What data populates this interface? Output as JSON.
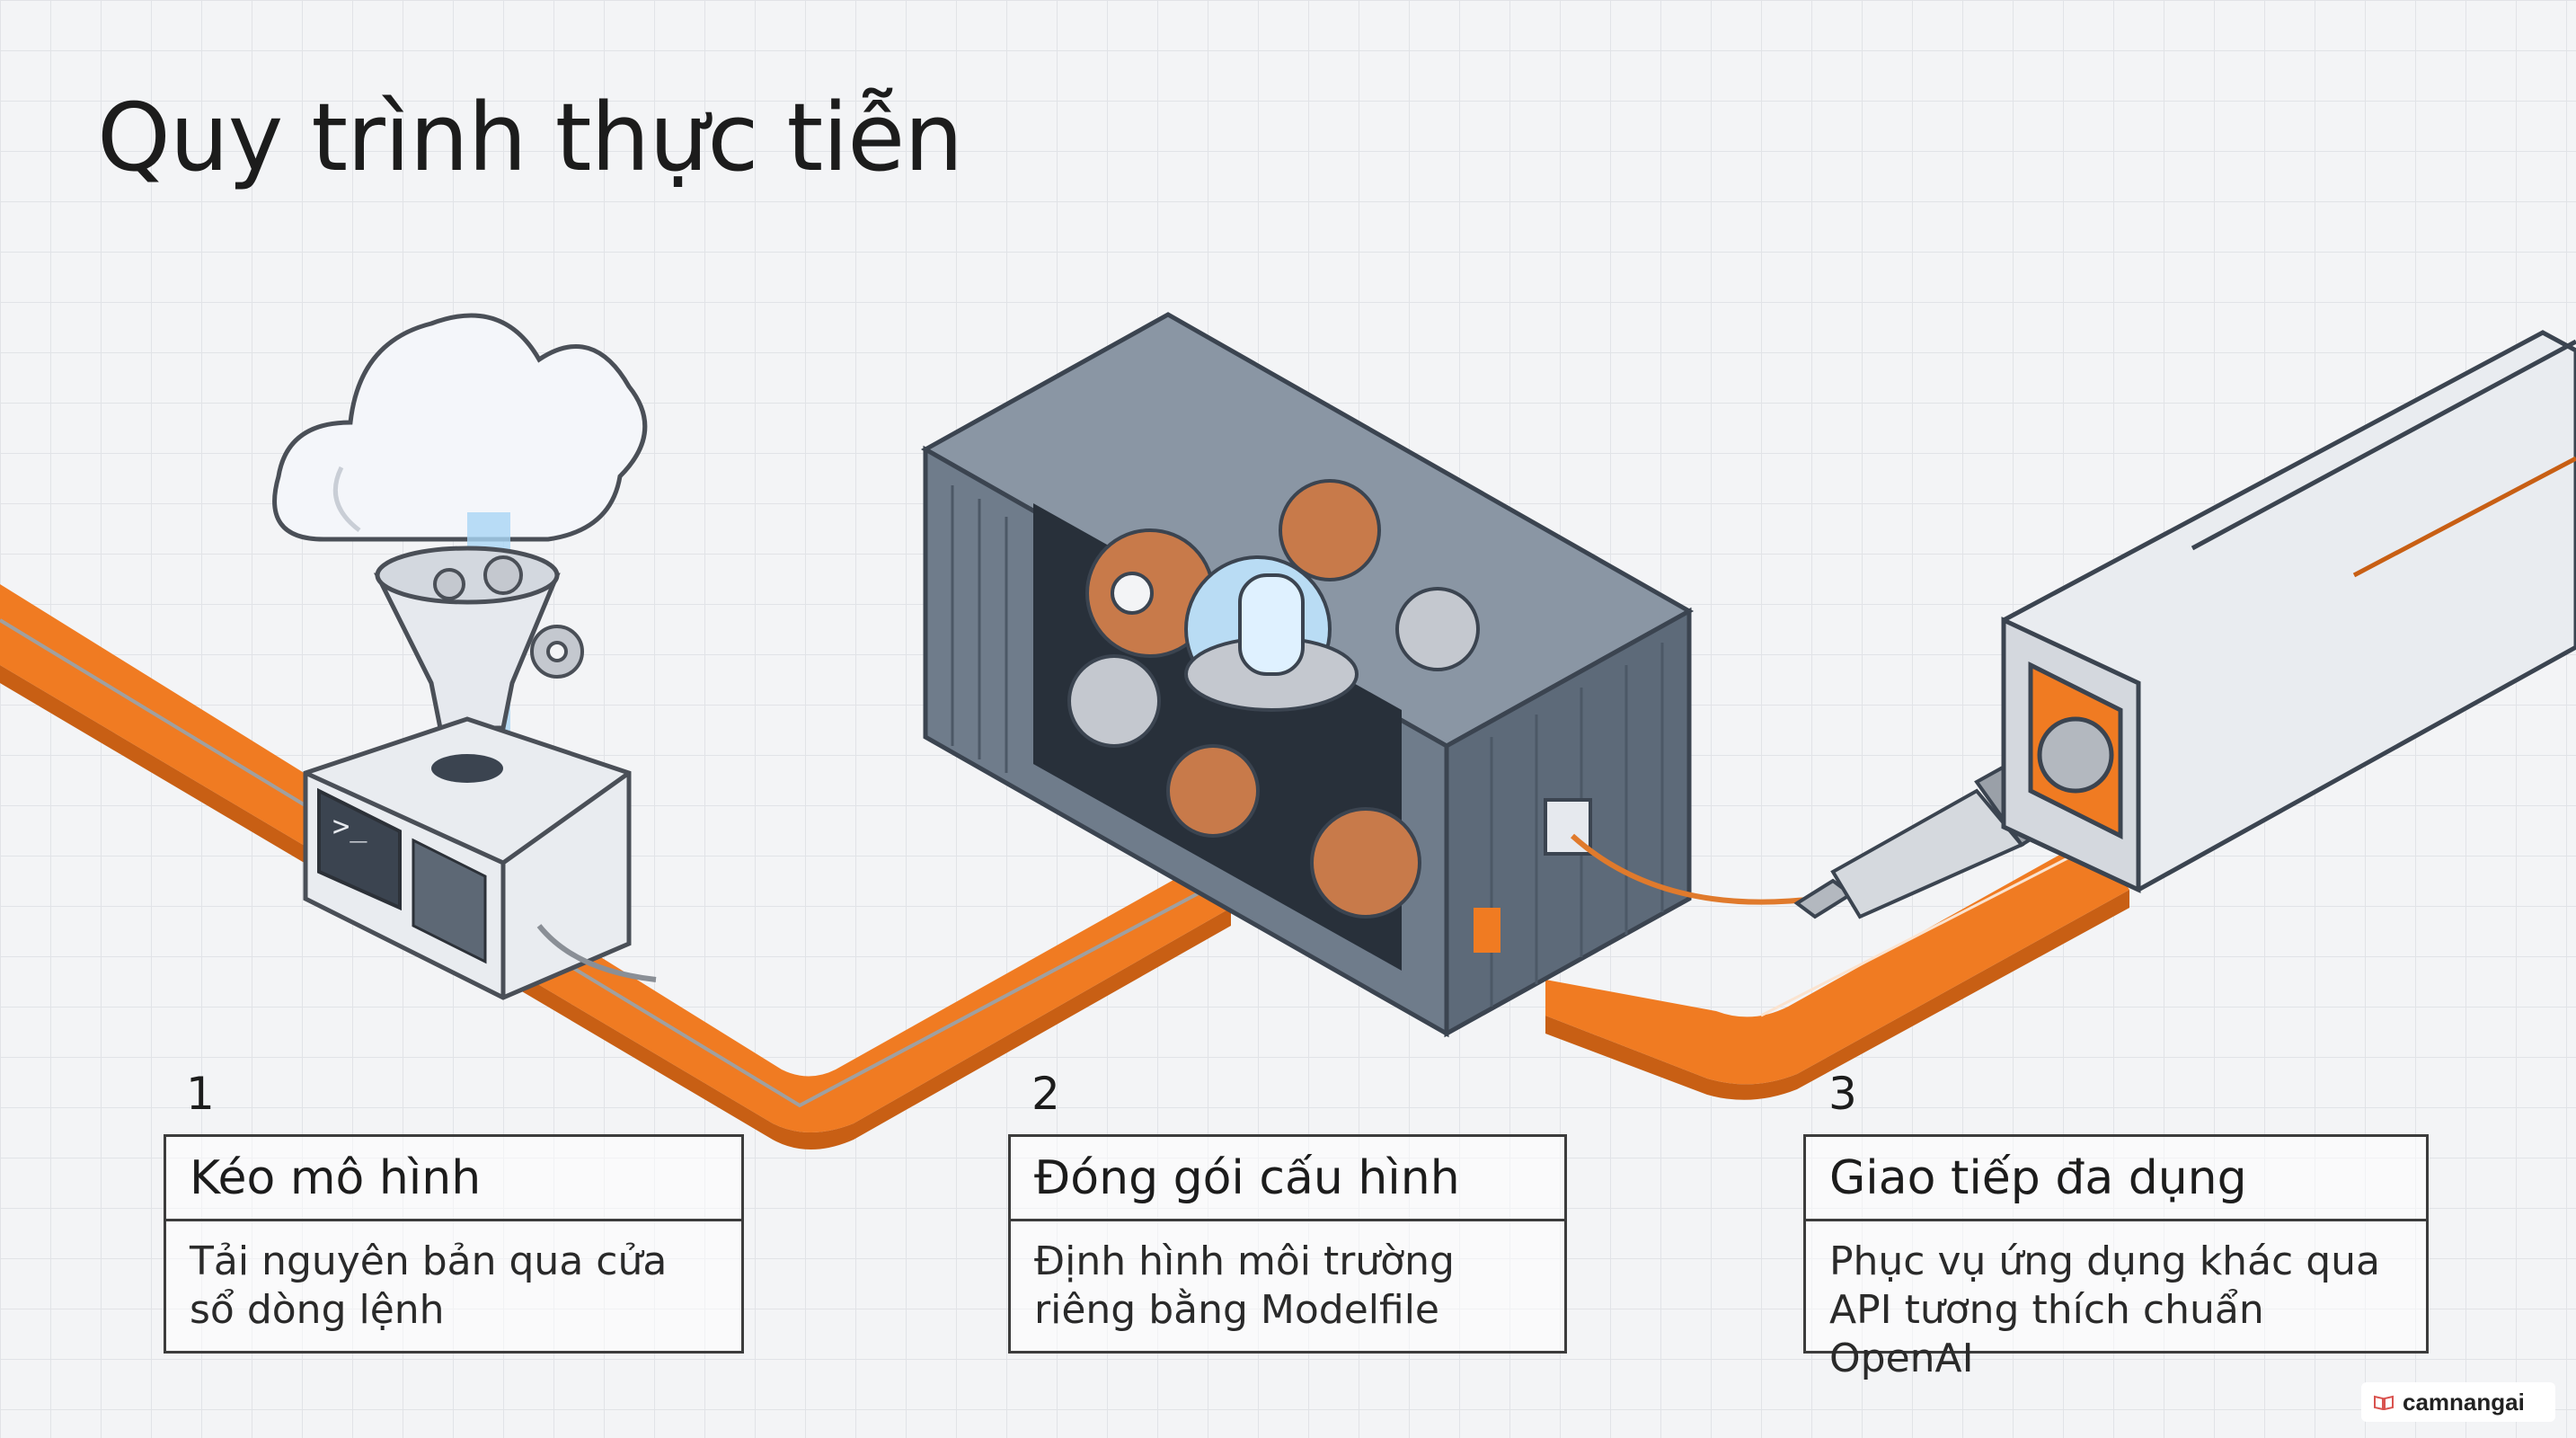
{
  "title": "Quy trình thực tiễn",
  "steps": [
    {
      "number": "1",
      "heading": "Kéo mô hình",
      "description": "Tải nguyên bản qua cửa sổ dòng lệnh"
    },
    {
      "number": "2",
      "heading": "Đóng gói cấu hình",
      "description": "Định hình môi trường riêng bằng Modelfile"
    },
    {
      "number": "3",
      "heading": "Giao tiếp đa dụng",
      "description": "Phục vụ ứng dụng khác qua API tương thích chuẩn OpenAI"
    }
  ],
  "watermark": "camnangai",
  "colors": {
    "accent": "#f07b22",
    "container": "#6f7c8b",
    "line": "#3c3c3c"
  },
  "icons": [
    "cloud-icon",
    "funnel-icon",
    "terminal-box-icon",
    "shipping-container-icon",
    "gear-icon",
    "audio-jack-icon",
    "server-block-icon",
    "book-icon"
  ]
}
